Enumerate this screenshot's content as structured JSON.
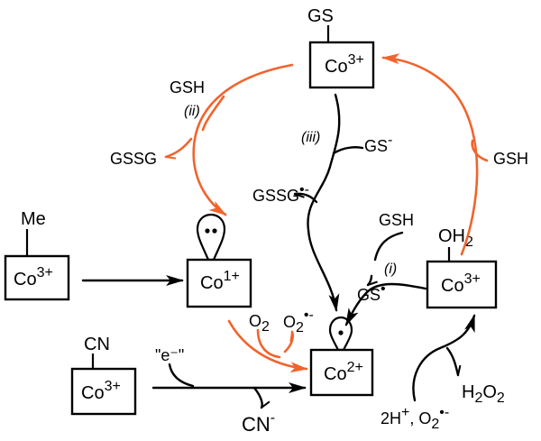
{
  "colors": {
    "line": "#000000",
    "accent": "#f0642d",
    "background": "#ffffff"
  },
  "nodes": {
    "co_sg": {
      "ligand": "GS",
      "metal": "Co",
      "charge": "3+"
    },
    "co_me": {
      "ligand": "Me",
      "metal": "Co",
      "charge": "3+"
    },
    "co_i": {
      "metal": "Co",
      "charge": "1+"
    },
    "co_oh2": {
      "ligand": "OH",
      "ligand_sub": "2",
      "metal": "Co",
      "charge": "3+"
    },
    "co_cn": {
      "ligand": "CN",
      "metal": "Co",
      "charge": "3+"
    },
    "co_ii": {
      "metal": "Co",
      "charge": "2+"
    }
  },
  "labels": {
    "gsh_top_left": "GSH",
    "step_ii": "(ii)",
    "gssg": "GSSG",
    "step_iii": "(iii)",
    "gs_anion": "GS",
    "gs_anion_sup": "-",
    "gssg_radical": "GSSG",
    "gssg_radical_sup": "•-",
    "gsh_right": "GSH",
    "gsh_mid": "GSH",
    "step_i": "(i)",
    "gs_radical": "GS",
    "gs_radical_sup": "•",
    "o2": "O",
    "o2_sub": "2",
    "superoxide": "O",
    "superoxide_sub": "2",
    "superoxide_sup": "•-",
    "electron": "\"e⁻\"",
    "cn_anion": "CN",
    "cn_anion_sup": "-",
    "h2o2_h": "H",
    "h2o2_sub1": "2",
    "h2o2_o": "O",
    "h2o2_sub2": "2",
    "protons": "2H",
    "protons_sup": "+",
    "protons_sep": ", O",
    "protons_o2_sub": "2",
    "protons_o2_sup": "•-"
  }
}
